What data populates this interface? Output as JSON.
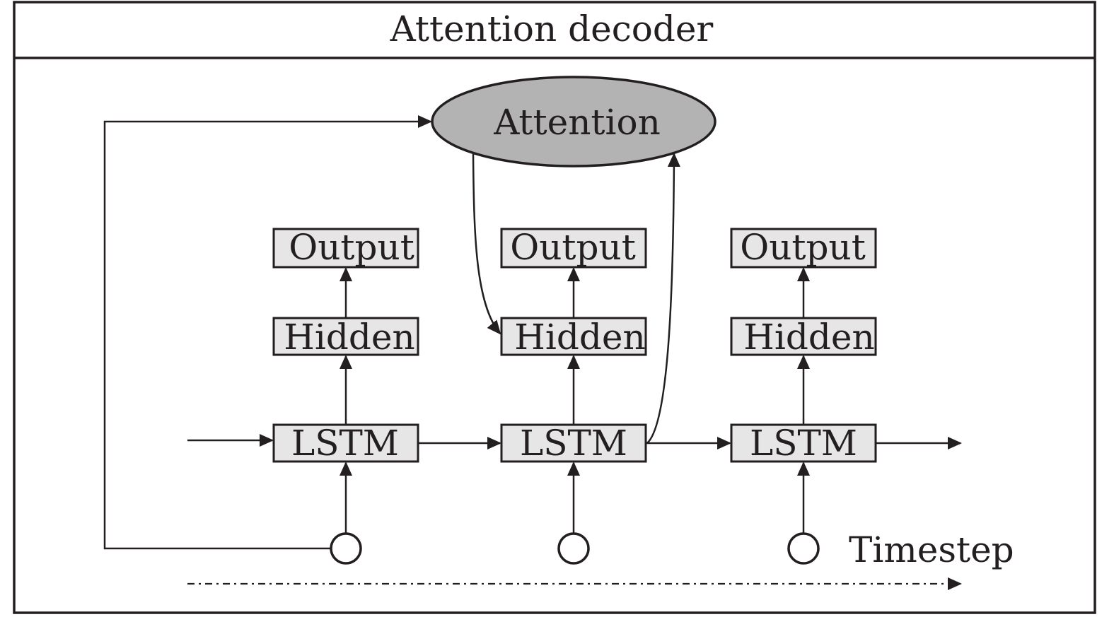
{
  "title": "Attention decoder",
  "attention_label": "Attention",
  "columns": [
    {
      "output": "Output",
      "hidden": "Hidden",
      "lstm": "LSTM"
    },
    {
      "output": "Output",
      "hidden": "Hidden",
      "lstm": "LSTM"
    },
    {
      "output": "Output",
      "hidden": "Hidden",
      "lstm": "LSTM"
    }
  ],
  "timestep_label": "Timestep",
  "colors": {
    "attention_fill": "#b3b3b3",
    "box_fill": "#e6e6e6",
    "stroke": "#231f20"
  }
}
